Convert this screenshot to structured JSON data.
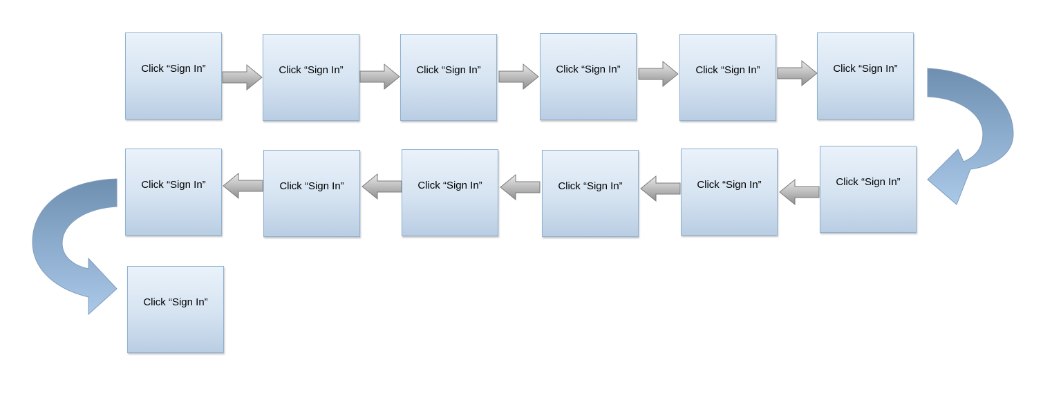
{
  "diagram": {
    "steps": [
      {
        "label": "Click “Sign In”"
      },
      {
        "label": "Click “Sign In”"
      },
      {
        "label": "Click “Sign In”"
      },
      {
        "label": "Click “Sign In”"
      },
      {
        "label": "Click “Sign In”"
      },
      {
        "label": "Click “Sign In”"
      },
      {
        "label": "Click “Sign In”"
      },
      {
        "label": "Click “Sign In”"
      },
      {
        "label": "Click “Sign In”"
      },
      {
        "label": "Click “Sign In”"
      },
      {
        "label": "Click “Sign In”"
      },
      {
        "label": "Click “Sign In”"
      },
      {
        "label": "Click “Sign In”"
      }
    ]
  }
}
